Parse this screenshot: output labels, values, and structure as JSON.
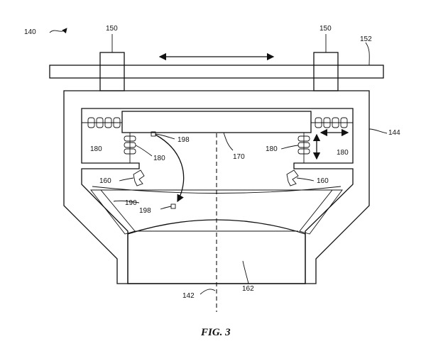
{
  "figure": {
    "caption": "FIG. 3",
    "labels": {
      "assembly": "140",
      "carriage_left": "150",
      "carriage_right": "150",
      "rail": "152",
      "housing": "144",
      "actuator_top_left": "180",
      "actuator_spring_left": "180",
      "actuator_spring_right": "180",
      "actuator_top_right": "180",
      "sensor_top": "198",
      "sensor_bottom": "198",
      "plate": "170",
      "camera_left": "160",
      "camera_right": "160",
      "mirror": "190",
      "axis": "142",
      "lens": "162"
    }
  }
}
